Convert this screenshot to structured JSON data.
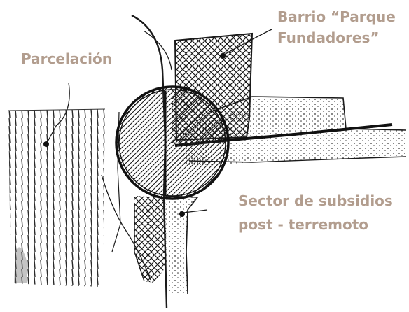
{
  "labels": {
    "parcelacion": "Parcelación",
    "parque_line1": "Barrio “Parque",
    "parque_line2": "Fundadores”",
    "sector_line1": "Sector de subsidios",
    "sector_line2": "post - terremoto"
  },
  "colors": {
    "ink": "#1a1a1a",
    "label": "#b29d8e",
    "background": "#ffffff"
  }
}
